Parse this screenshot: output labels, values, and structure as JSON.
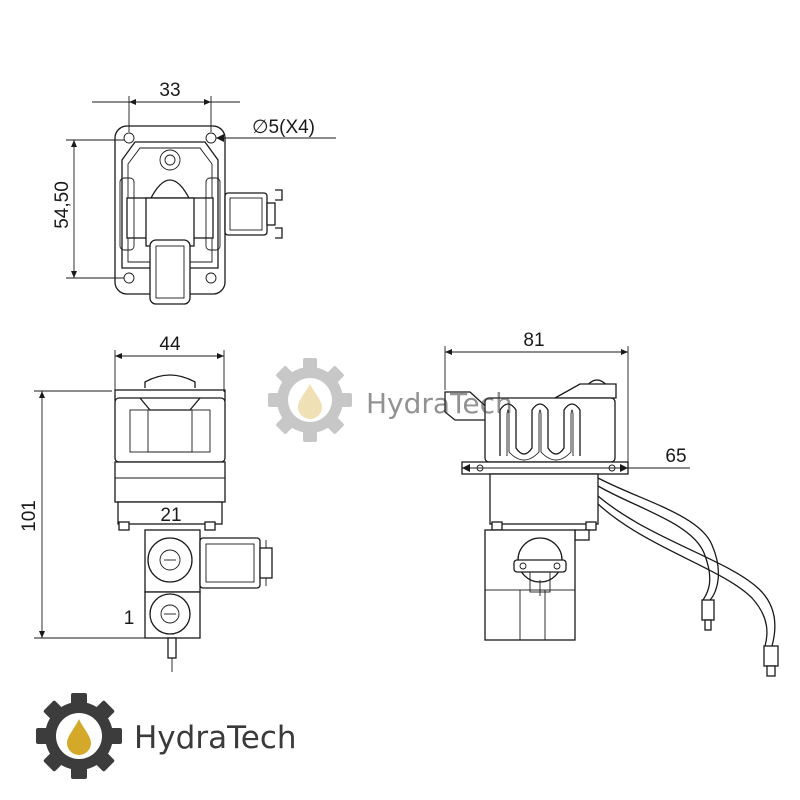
{
  "dimensions": {
    "top_width": "33",
    "top_height": "54,50",
    "hole_spec": "∅5(X4)",
    "front_width": "44",
    "front_height": "101",
    "front_port_upper": "21",
    "front_port_lower": "1",
    "side_width": "81",
    "side_flange": "65"
  },
  "watermark": {
    "text": "HydraTech"
  },
  "logo": {
    "text": "HydraTech"
  },
  "colors": {
    "gear": "#3c3c3c",
    "drop": "#d4a92a",
    "watermark_gear": "#9a9a9a"
  }
}
